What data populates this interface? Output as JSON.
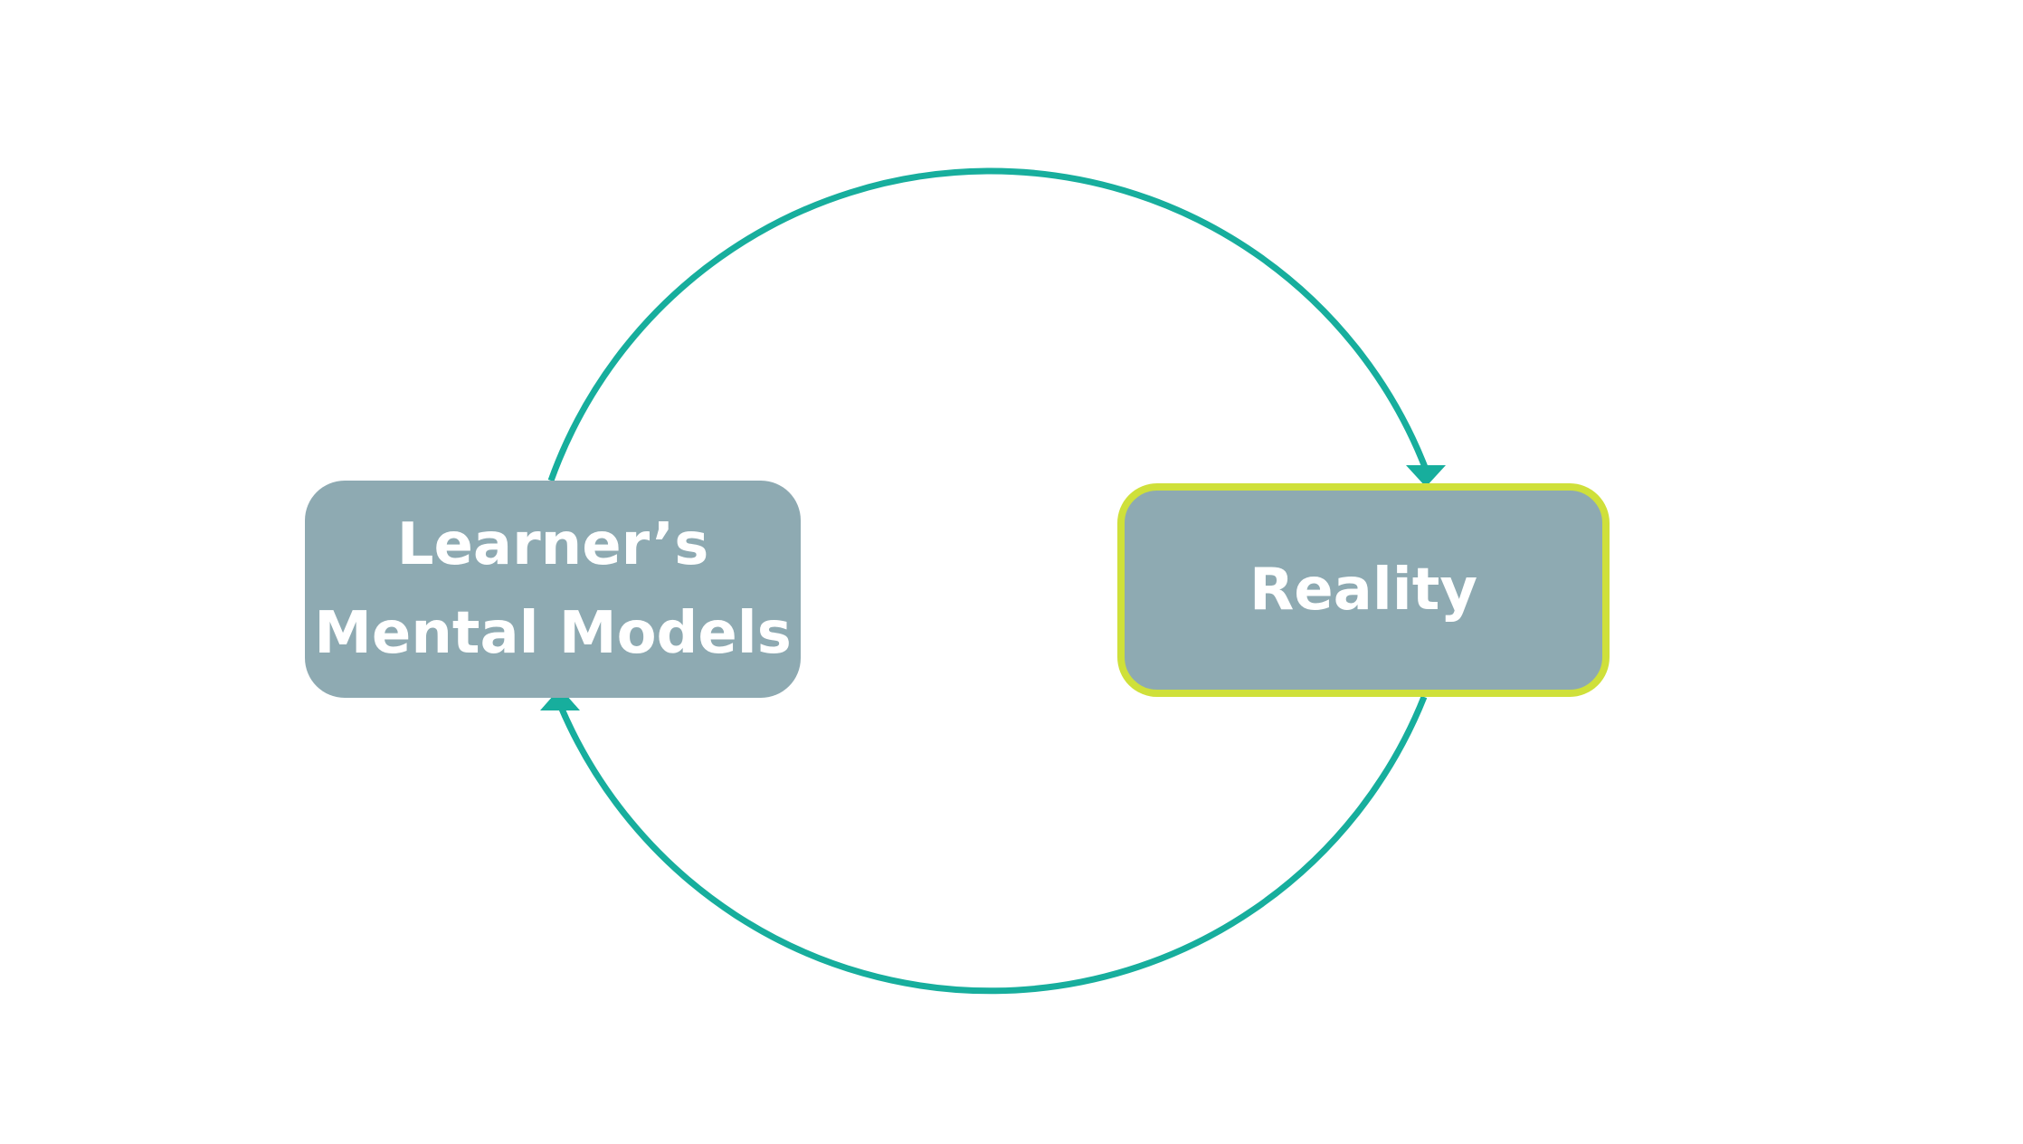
{
  "nodes": {
    "left": {
      "line1": "Learner’s",
      "line2": "Mental Models"
    },
    "right": {
      "label": "Reality"
    }
  },
  "colors": {
    "arc": "#17ae9d",
    "node_fill": "#8eaab2",
    "highlight_border": "#cfe03a",
    "text": "#ffffff",
    "background": "#ffffff"
  },
  "edges": [
    {
      "from": "Learner’s Mental Models",
      "to": "Reality",
      "style": "arc-top-arrow"
    },
    {
      "from": "Reality",
      "to": "Learner’s Mental Models",
      "style": "arc-bottom-arrow"
    }
  ]
}
